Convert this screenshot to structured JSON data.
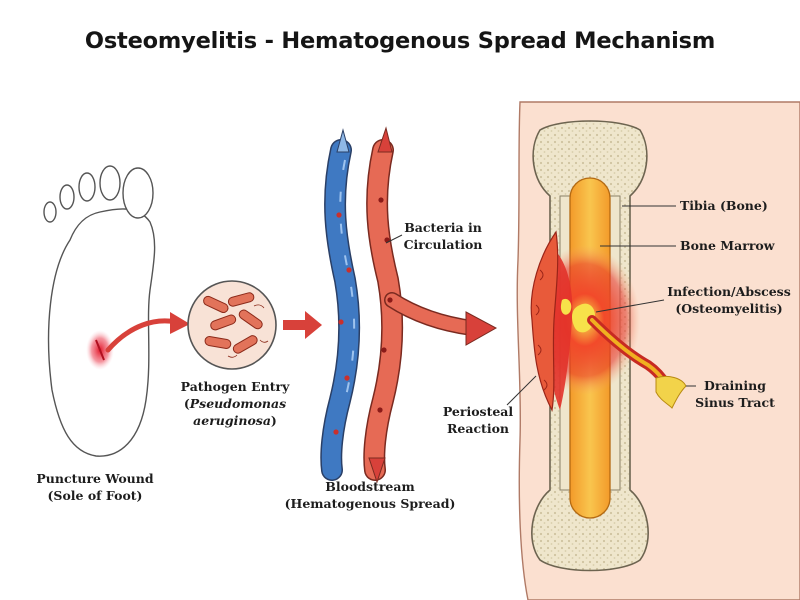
{
  "title": "Osteomyelitis - Hematogenous Spread Mechanism",
  "labels": {
    "puncture_wound": {
      "line1": "Puncture Wound",
      "line2": "(Sole of Foot)"
    },
    "pathogen_entry": {
      "line1": "Pathogen Entry",
      "line2_open": "(",
      "line2_italic": "Pseudomonas",
      "line3_italic": "aeruginosa",
      "line3_close": ")"
    },
    "bloodstream": {
      "line1": "Bloodstream",
      "line2": "(Hematogenous Spread)"
    },
    "bacteria": {
      "line1": "Bacteria in",
      "line2": "Circulation"
    },
    "tibia": {
      "line1": "Tibia (Bone)"
    },
    "bone_marrow": {
      "line1": "Bone Marrow"
    },
    "infection": {
      "line1": "Infection/Abscess",
      "line2": "(Osteomyelitis)"
    },
    "draining": {
      "line1": "Draining",
      "line2": "Sinus Tract"
    },
    "periosteal": {
      "line1": "Periosteal",
      "line2": "Reaction"
    }
  },
  "colors": {
    "skin": "#fbe0d0",
    "bone_cortex": "#efe6cc",
    "marrow": "#f6b23c",
    "infection": "#e02a22",
    "vein": "#3f79c2",
    "artery": "#e66a55",
    "pus": "#f2d34a",
    "arrow": "#d8413a"
  }
}
